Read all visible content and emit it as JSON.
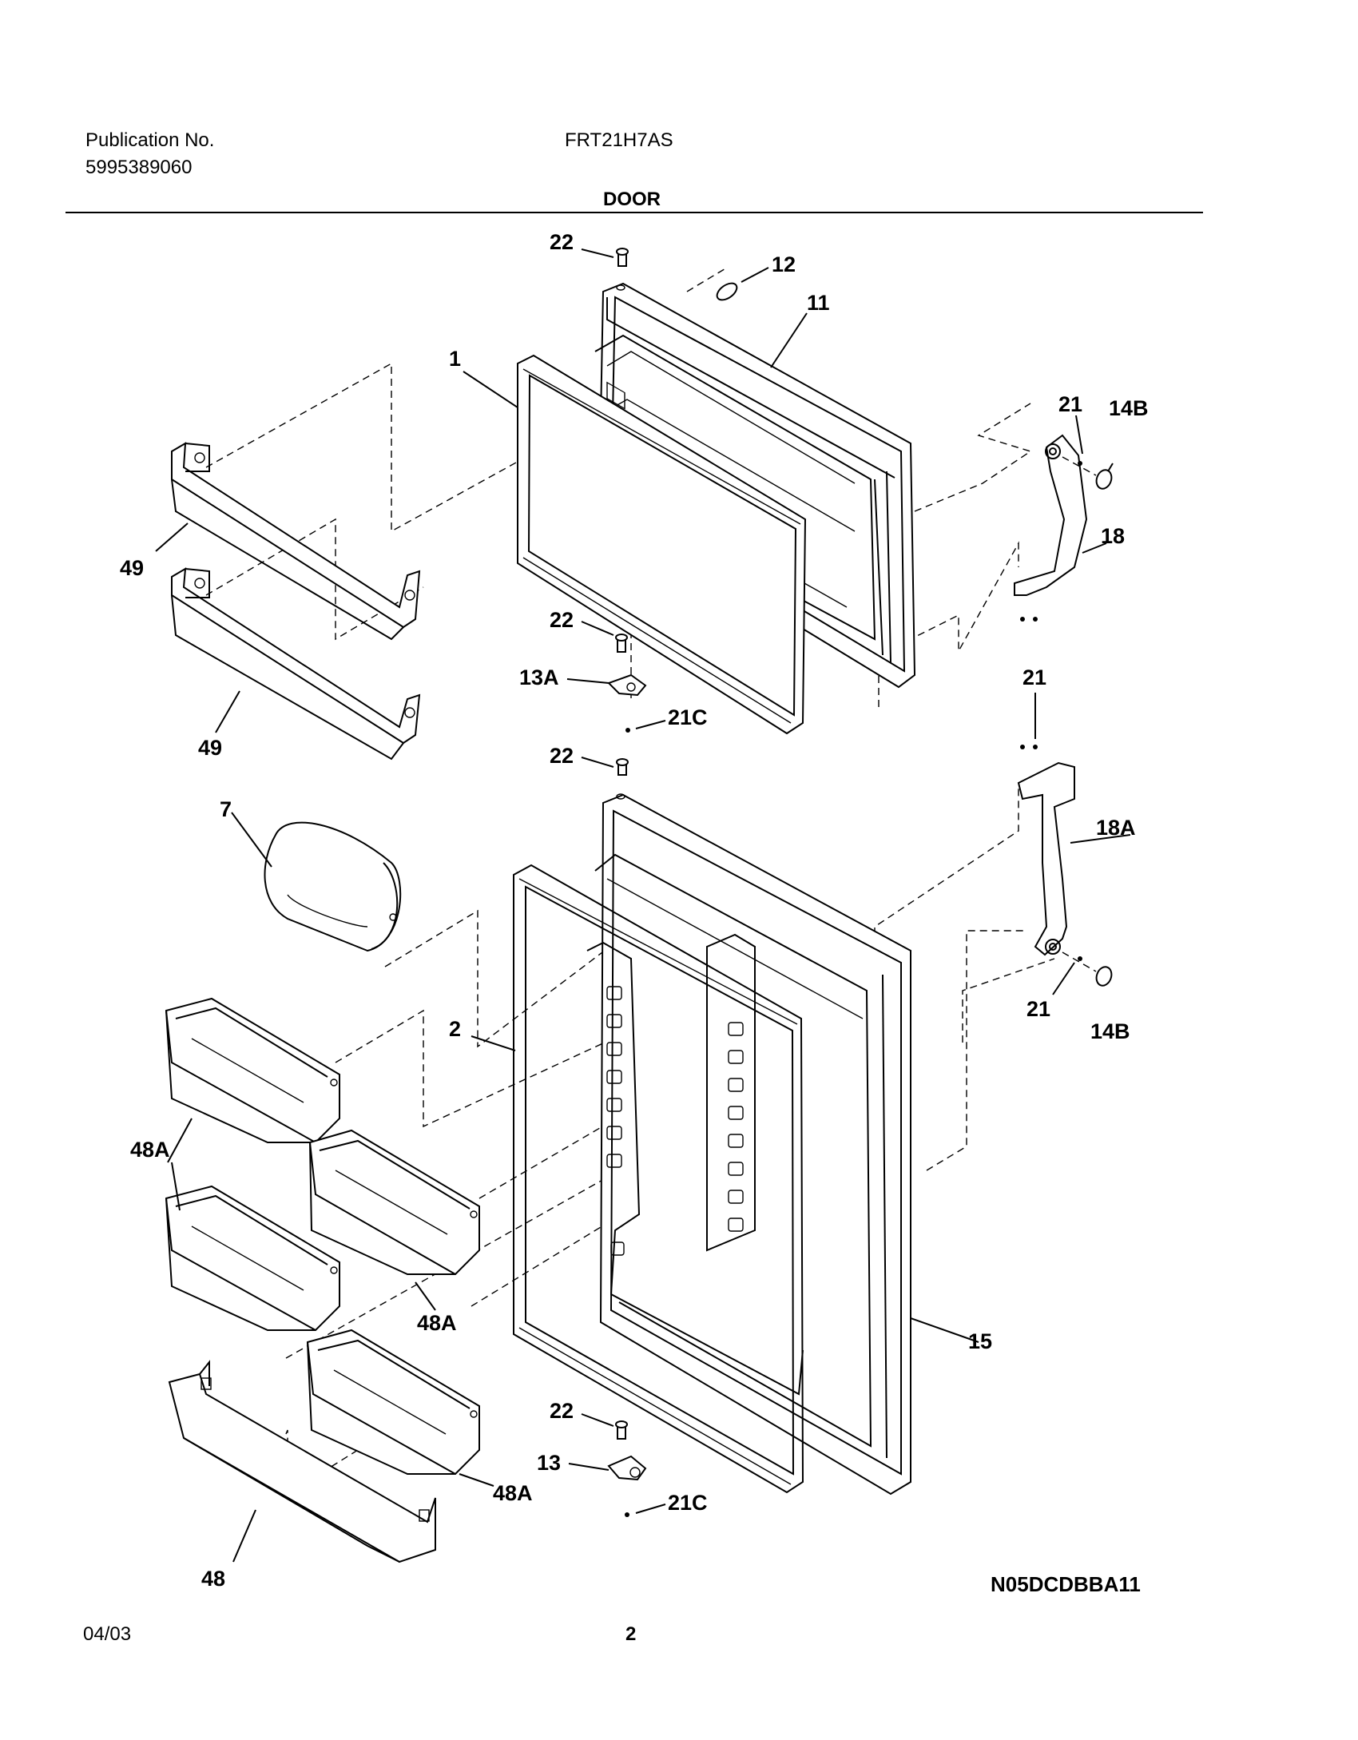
{
  "header": {
    "publication_label": "Publication No.",
    "publication_number": "5995389060",
    "model": "FRT21H7AS",
    "section_title": "DOOR"
  },
  "footer": {
    "date": "04/03",
    "page_number": "2",
    "drawing_code": "N05DCDBBA11"
  },
  "callouts": {
    "p1": "1",
    "p2": "2",
    "p7": "7",
    "p11": "11",
    "p12": "12",
    "p13": "13",
    "p13a": "13A",
    "p14b_top": "14B",
    "p14b_bottom": "14B",
    "p15": "15",
    "p18": "18",
    "p18a": "18A",
    "p21_top": "21",
    "p21_mid": "21",
    "p21_bottom": "21",
    "p21c_top": "21C",
    "p21c_bottom": "21C",
    "p22_a": "22",
    "p22_b": "22",
    "p22_c": "22",
    "p22_d": "22",
    "p48": "48",
    "p48a_left": "48A",
    "p48a_mid": "48A",
    "p48a_low": "48A",
    "p49_top": "49",
    "p49_bottom": "49"
  }
}
